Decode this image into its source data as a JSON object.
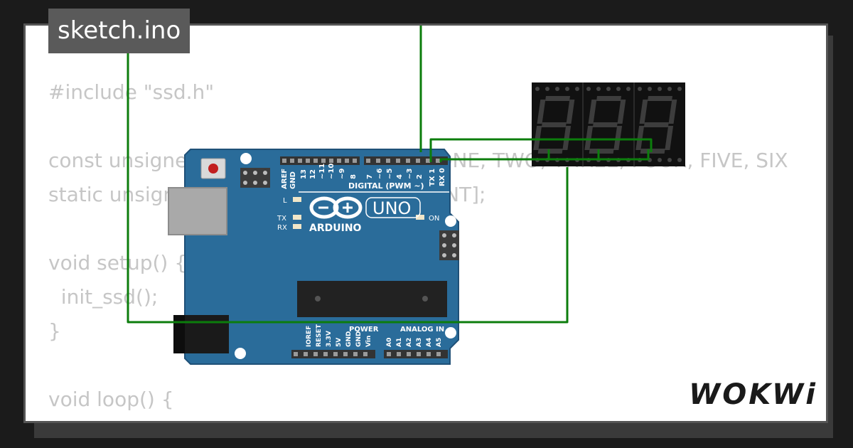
{
  "tab": {
    "title": "sketch.ino"
  },
  "code_lines": [
    "#include \"ssd.h\"",
    "",
    "const unsigned char digits[] = {ZERO, ONE, TWO, THREE, FOUR, FIVE, SIX",
    "static unsigned char display[DIGIT_COUNT];",
    "",
    "void setup() {",
    "  init_ssd();",
    "}",
    "",
    "void loop() {"
  ],
  "board": {
    "brand": "ARDUINO",
    "model": "UNO",
    "digital_label": "DIGITAL (PWM ~)",
    "power_label": "POWER",
    "analog_label": "ANALOG IN",
    "led_l": "L",
    "led_tx": "TX",
    "led_rx": "RX",
    "led_on": "ON",
    "aref": "AREF",
    "gnd": "GND",
    "digital_pins": [
      "13",
      "12",
      "~11",
      "~10",
      "~9",
      "8",
      "7",
      "~6",
      "~5",
      "4",
      "~3",
      "2",
      "TX 1",
      "RX 0"
    ],
    "power_pins": [
      "IOREF",
      "RESET",
      "3.3V",
      "5V",
      "GND",
      "GND",
      "Vin"
    ],
    "analog_pins": [
      "A0",
      "A1",
      "A2",
      "A3",
      "A4",
      "A5"
    ]
  },
  "display": {
    "digit_count": 3,
    "shown_text": "888"
  },
  "logo": {
    "text": "WOKWi"
  },
  "colors": {
    "wire": "#0c7d0c",
    "board": "#2a6c9a",
    "board_dark": "#1f5077",
    "code_text": "#c6c6c6",
    "tab_bg": "#5a5a5a",
    "segment_off": "#3d3d3d"
  }
}
